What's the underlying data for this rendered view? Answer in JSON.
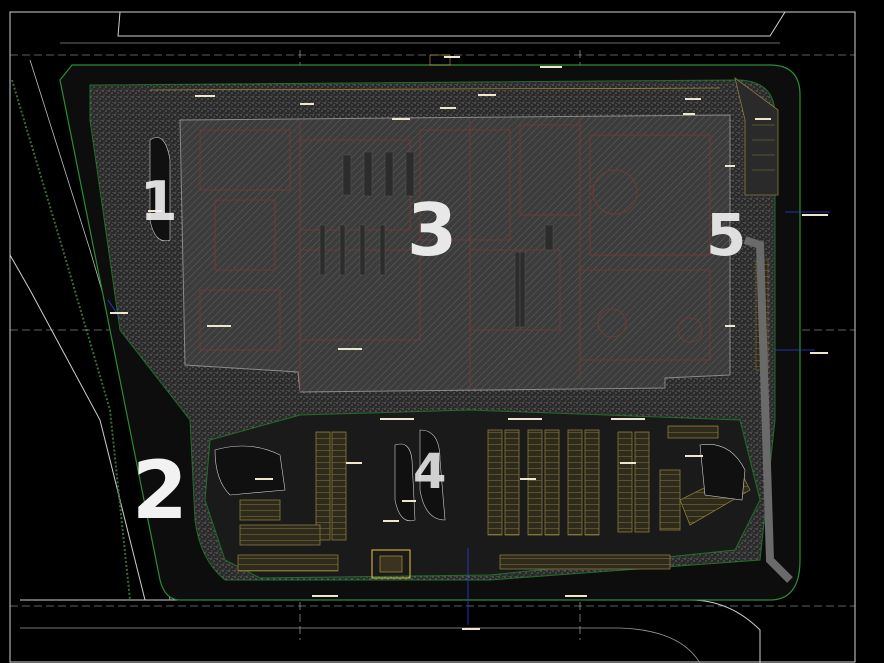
{
  "drawing": {
    "zone_labels": [
      "1",
      "2",
      "3",
      "4",
      "5"
    ],
    "colors": {
      "background": "#000000",
      "building": "#4a4a4a",
      "walls": "#6e3a30",
      "lawn_edge": "#1f6f2a",
      "parking": "#8a7a3a",
      "pavement": "#3d3d3d",
      "gridline": "#bdbdbd",
      "annotation": "#f0e6d0",
      "leader": "#2a3fd8"
    }
  }
}
